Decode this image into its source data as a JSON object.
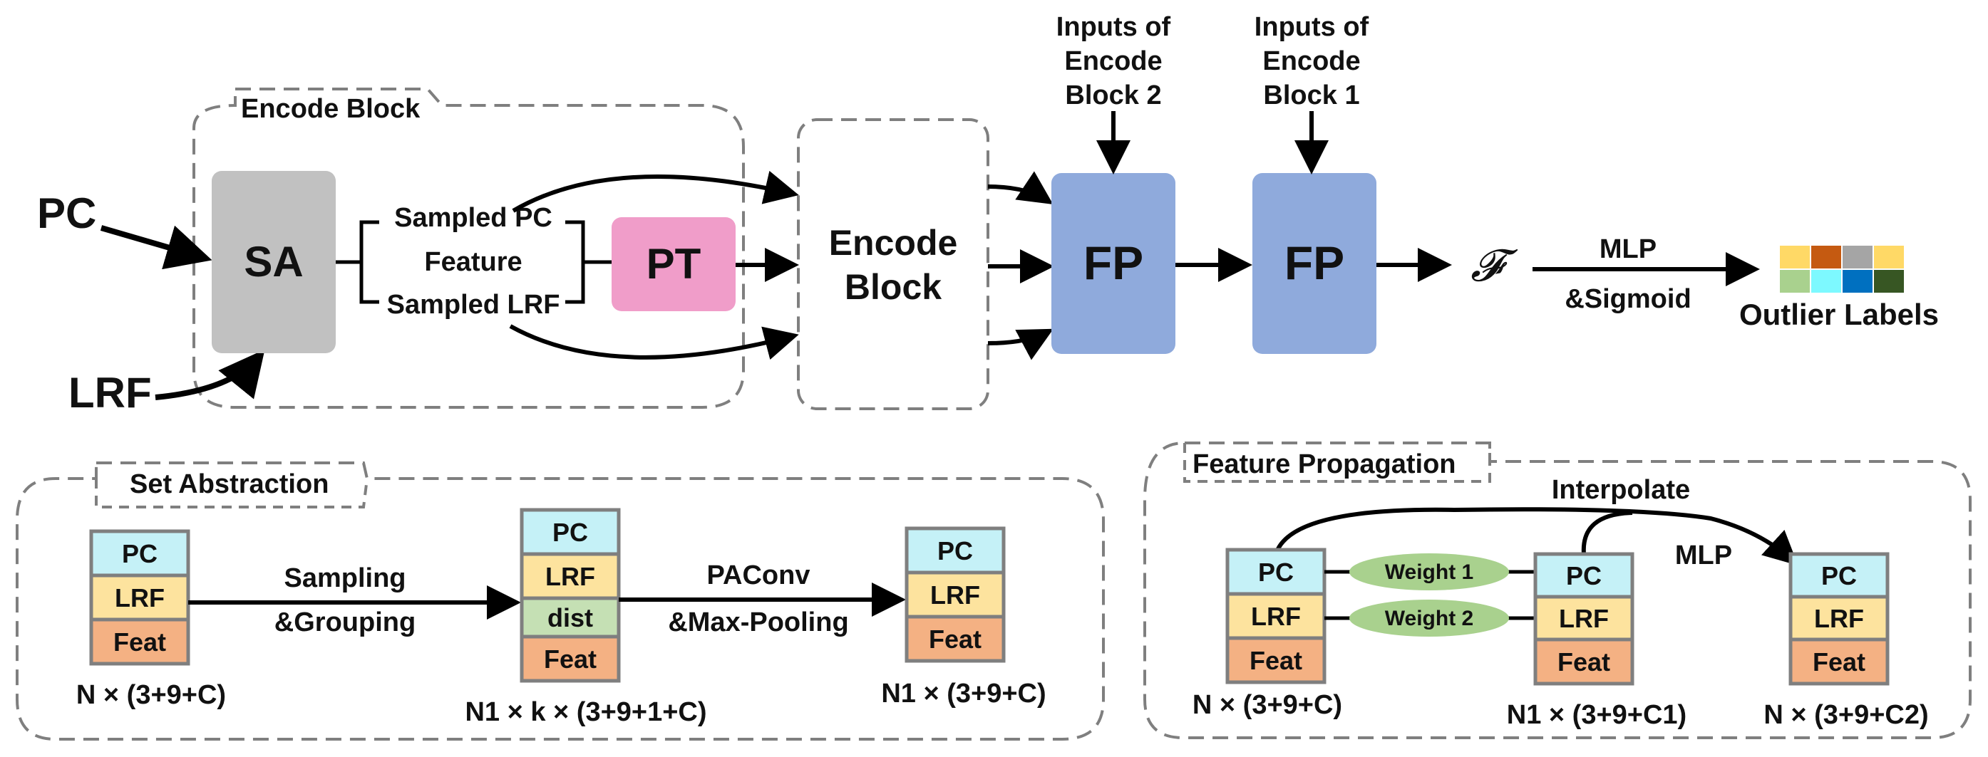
{
  "colors": {
    "sa_gray": "#c1c1c1",
    "pt_pink": "#f09dc9",
    "fp_blue": "#8faadc",
    "pc_cyan": "#c5f1f7",
    "lrf_yellow": "#fde39e",
    "feat_orange": "#f4b183",
    "dist_green": "#c5e0b4",
    "weight_green": "#a9d18e",
    "dashed_border": "#7f7f7f",
    "cell_border": "#7f7f7f"
  },
  "top": {
    "inputs": {
      "pc": "PC",
      "lrf": "LRF"
    },
    "encode_block_title": "Encode Block",
    "sa_label": "SA",
    "bracket_items": [
      "Sampled PC",
      "Feature",
      "Sampled LRF"
    ],
    "pt_label": "PT",
    "encode_block_2": [
      "Encode",
      "Block"
    ],
    "fp_label": "FP",
    "inputs_block2": [
      "Inputs of",
      "Encode",
      "Block 2"
    ],
    "inputs_block1": [
      "Inputs of",
      "Encode",
      "Block 1"
    ],
    "function_symbol": "𝓕",
    "mlp_label": "MLP",
    "sigmoid_label": "&Sigmoid",
    "outlier_labels": "Outlier Labels",
    "label_colors": [
      "#ffd966",
      "#c55a11",
      "#a5a5a5",
      "#ffd966",
      "#a9d18e",
      "#7df9ff",
      "#0070c0",
      "#375623"
    ]
  },
  "set_abstraction": {
    "title": "Set Abstraction",
    "stack1": {
      "cells": [
        "PC",
        "LRF",
        "Feat"
      ],
      "dims": "N × (3+9+C)"
    },
    "arrow1": [
      "Sampling",
      "&Grouping"
    ],
    "stack2": {
      "cells": [
        "PC",
        "LRF",
        "dist",
        "Feat"
      ],
      "dims": "N1 × k × (3+9+1+C)"
    },
    "arrow2": [
      "PAConv",
      "&Max-Pooling"
    ],
    "stack3": {
      "cells": [
        "PC",
        "LRF",
        "Feat"
      ],
      "dims": "N1 × (3+9+C)"
    }
  },
  "feature_propagation": {
    "title": "Feature Propagation",
    "interpolate": "Interpolate",
    "mlp": "MLP",
    "stack1": {
      "cells": [
        "PC",
        "LRF",
        "Feat"
      ],
      "dims": "N × (3+9+C)"
    },
    "weights": [
      "Weight 1",
      "Weight 2"
    ],
    "stack2": {
      "cells": [
        "PC",
        "LRF",
        "Feat"
      ],
      "dims": "N1 × (3+9+C1)"
    },
    "stack3": {
      "cells": [
        "PC",
        "LRF",
        "Feat"
      ],
      "dims": "N × (3+9+C2)"
    }
  }
}
